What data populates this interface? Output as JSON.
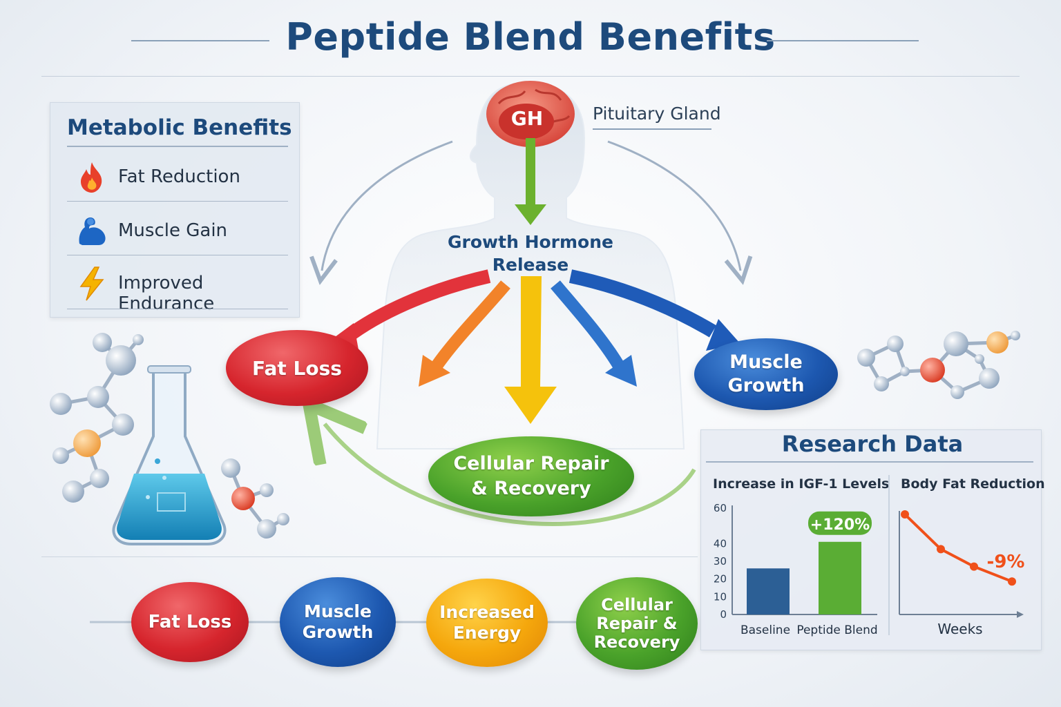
{
  "title": "Peptide Blend Benefits",
  "metabolic_panel": {
    "heading": "Metabolic Benefits",
    "items": [
      {
        "label": "Fat Reduction",
        "icon": "flame-icon"
      },
      {
        "label": "Muscle Gain",
        "icon": "flexed-arm-icon"
      },
      {
        "label": "Improved Endurance",
        "icon": "lightning-icon"
      }
    ]
  },
  "diagram": {
    "gland_label": "Pituitary Gland",
    "gh_badge": "GH",
    "release_label": "Growth Hormone Release",
    "outcomes": {
      "fat_loss": "Fat Loss",
      "muscle_growth_line1": "Muscle",
      "muscle_growth_line2": "Growth",
      "repair_line1": "Cellular Repair",
      "repair_line2": "& Recovery"
    }
  },
  "bottom_row": {
    "fat_loss": "Fat Loss",
    "muscle_line1": "Muscle",
    "muscle_line2": "Growth",
    "energy_line1": "Increased",
    "energy_line2": "Energy",
    "repair_line1": "Cellular",
    "repair_line2": "Repair &",
    "repair_line3": "Recovery"
  },
  "colors": {
    "title": "#1d4a7c",
    "red": "#d6252d",
    "blue": "#1d58b0",
    "yellow": "#f5a70c",
    "green": "#4aa22a",
    "orange_line": "#f0501a"
  },
  "research": {
    "heading": "Research Data",
    "igf_chart_title": "Increase in IGF-1 Levels",
    "fat_chart_title": "Body Fat Reduction"
  },
  "chart_data": [
    {
      "type": "bar",
      "title": "Increase in IGF-1 Levels",
      "categories": [
        "Baseline",
        "Peptide Blend"
      ],
      "values": [
        26,
        41
      ],
      "ylim": [
        0,
        60
      ],
      "yticks": [
        0,
        10,
        20,
        30,
        40,
        60
      ],
      "annotation": "+120%",
      "bar_colors": [
        "#2c5f95",
        "#5aad34"
      ]
    },
    {
      "type": "line",
      "title": "Body Fat Reduction",
      "xlabel": "Weeks",
      "values": [
        100,
        86,
        79,
        73
      ],
      "annotation": "-9%",
      "line_color": "#f0501a"
    }
  ]
}
